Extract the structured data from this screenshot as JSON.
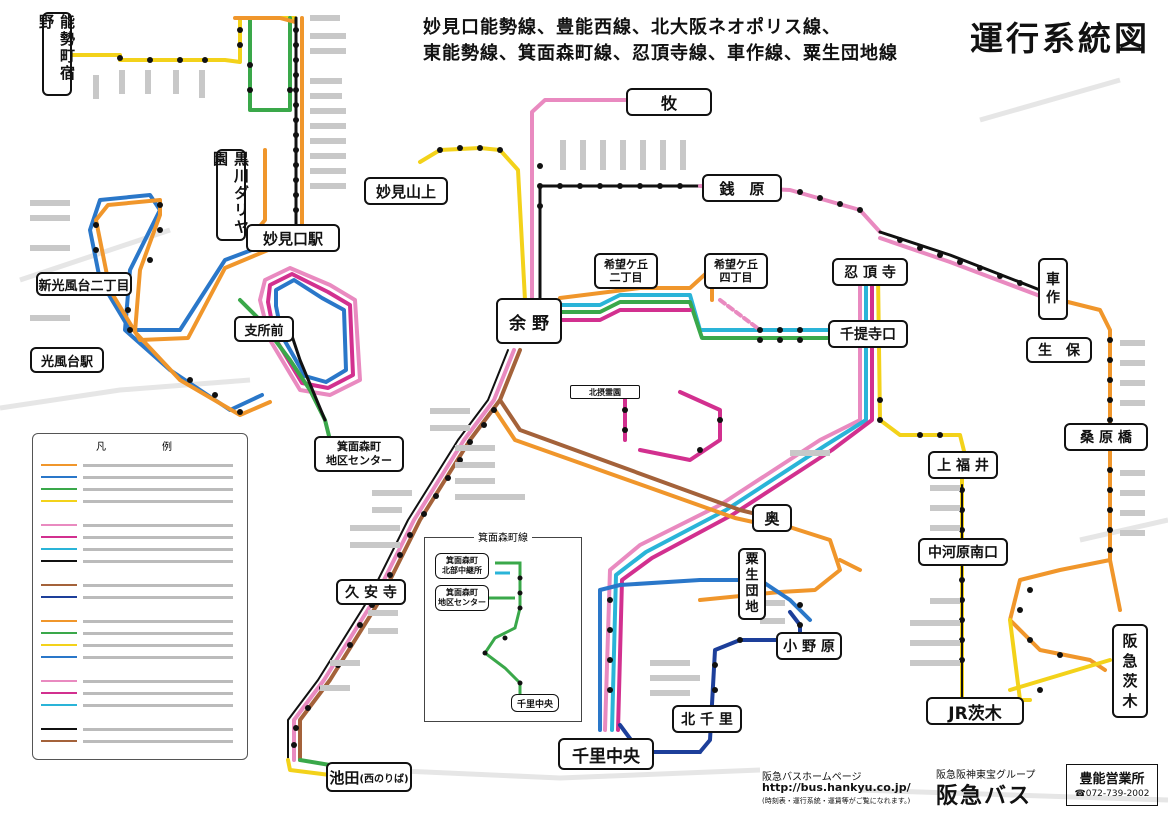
{
  "header": {
    "subtitle_line1": "妙見口能勢線、豊能西線、北大阪ネオポリス線、",
    "subtitle_line2": "東能勢線、箕面森町線、忍頂寺線、車作線、粟生団地線",
    "main_title": "運行系統図"
  },
  "stations": {
    "nose_cho_office": "能勢町宿野",
    "maki": "牧",
    "myoken_yamaue": "妙見山上",
    "kurokawa": "黒川ダリヤ園",
    "myokenguchi": "妙見口駅",
    "zenihara": "銭　原",
    "kibougaoka_2": "希望ケ丘\n二丁目",
    "kibougaoka_4": "希望ケ丘\n四丁目",
    "ninchoji": "忍 頂 寺",
    "kurumasaku": "車\n作",
    "shinkodai_2": "新光風台二丁目",
    "kodai_eki": "光風台駅",
    "shishomae": "支所前",
    "yono": "余 野",
    "senteiji": "千提寺口",
    "seibo": "生　保",
    "minoh_center": "箕面森町\n地区センター",
    "kuwabara": "桑 原 橋",
    "kamifukui": "上 福 井",
    "oku": "奥",
    "ao_danchi": "粟\n生\n団\n地",
    "nakagawara": "中河原南口",
    "kuanji": "久 安 寺",
    "onohara": "小 野 原",
    "hankyu_ibaraki": "阪\n急\n茨\n木",
    "jr_ibaraki": "JR茨木",
    "kitasenri": "北 千 里",
    "senri_chuo": "千里中央",
    "ikeda": "池田",
    "ikeda_sub": "(西のりば)",
    "kita_nose_label": "北摂霊園"
  },
  "legend": {
    "title": "凡　　例"
  },
  "inset": {
    "title": "箕面森町線",
    "box1": "箕面森町\n北部中継所",
    "box2": "箕面森町\n地区センター",
    "box3": "千里中央"
  },
  "footer": {
    "web_label": "阪急バスホームページ",
    "url": "http://bus.hankyu.co.jp/",
    "url_note": "(時刻表・運行系統・運賃等がご覧になれます。)",
    "group": "阪急阪神東宝グループ",
    "brand": "阪急バス",
    "office": "豊能営業所",
    "phone": "☎072-739-2002"
  },
  "colors": {
    "orange": "#f0962b",
    "yellow": "#f3d21a",
    "green": "#3aa84a",
    "blue": "#2a77c9",
    "cyan": "#2ab4d8",
    "pink": "#e98ac0",
    "magenta": "#d2308f",
    "navy": "#1d3f9a",
    "brown": "#a4623a",
    "black": "#111111"
  }
}
